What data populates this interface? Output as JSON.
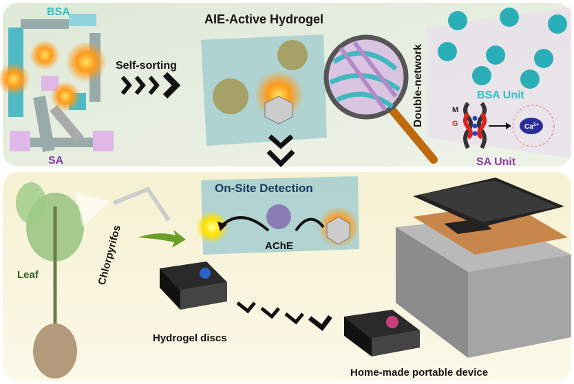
{
  "top_panel": {
    "bsa_label": "BSA",
    "sa_label": "SA",
    "self_sorting_label": "Self-sorting",
    "hydrogel_title": "AIE-Active Hydrogel",
    "double_network_label": "Double-network",
    "bsa_unit_label": "BSA Unit",
    "sa_unit_label": "SA Unit",
    "m_label": "M",
    "g_label": "G",
    "ca_label": "Ca",
    "ca_charge": "2+"
  },
  "bottom_panel": {
    "detection_title": "On-Site Detection",
    "enzyme_label": "AChE",
    "pesticide_label": "Chlorpyrifos",
    "leaf_label": "Leaf",
    "discs_label": "Hydrogel discs",
    "device_label": "Home-made portable device"
  },
  "colors": {
    "top_bg": "#e4eedf",
    "bottom_bg": "#f6f2d8",
    "bsa": "#2fbfc4",
    "sa": "#8a3aa6",
    "hydrogel": "#a9cfd0",
    "glow": "#ff9a1a"
  }
}
